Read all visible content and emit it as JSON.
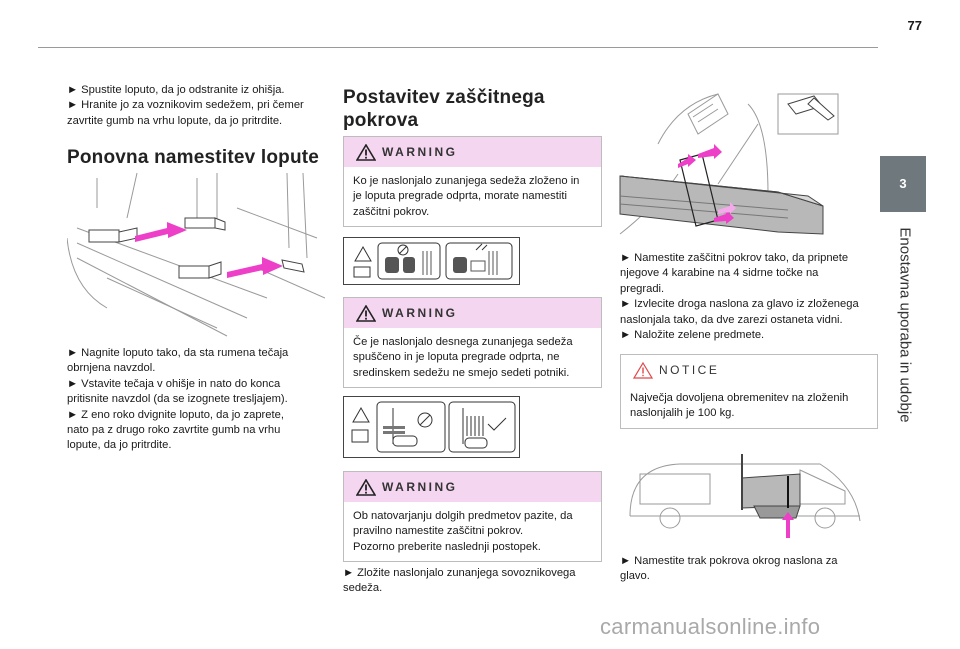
{
  "page_number": "77",
  "chapter": {
    "number": "3",
    "title": "Enostavna uporaba in udobje"
  },
  "col1": {
    "intro_lines": [
      "► Spustite loputo, da jo odstranite iz ohišja.",
      "► Hranite jo za voznikovim sedežem, pri čemer",
      "zavrtite gumb na vrhu lopute, da jo pritrdite."
    ],
    "heading": "Ponovna namestitev lopute",
    "steps_lines": [
      "► Nagnite loputo tako, da sta rumena tečaja",
      "obrnjena navzdol.",
      "► Vstavite tečaja v ohišje in nato do konca",
      "pritisnite navzdol (da se izognete tresljajem).",
      "► Z eno roko dvignite loputo, da jo zaprete,",
      "nato pa z drugo roko zavrtite gumb na vrhu",
      "lopute, da jo pritrdite."
    ]
  },
  "col2": {
    "heading_lines": [
      "Postavitev zaščitnega",
      "pokrova"
    ],
    "warning1": {
      "title": "WARNING",
      "lines": [
        "Ko je naslonjalo zunanjega sedeža zloženo in",
        "je loputa pregrade odprta, morate namestiti",
        "zaščitni pokrov."
      ]
    },
    "warning2": {
      "title": "WARNING",
      "lines": [
        "Če je naslonjalo desnega zunanjega sedeža",
        "spuščeno in je loputa pregrade odprta, ne",
        "sredinskem sedežu ne smejo sedeti potniki."
      ]
    },
    "warning3": {
      "title": "WARNING",
      "lines": [
        "Ob natovarjanju dolgih predmetov pazite, da",
        "pravilno namestite zaščitni pokrov.",
        "Pozorno preberite naslednji postopek."
      ]
    },
    "closing_lines": [
      "► Zložite naslonjalo zunanjega sovoznikovega",
      "sedeža."
    ]
  },
  "col3": {
    "steps_lines": [
      "► Namestite zaščitni pokrov tako, da pripnete",
      "njegove 4 karabine na 4 sidrne točke na",
      "pregradi.",
      "► Izvlecite droga naslona za glavo iz zloženega",
      "naslonjala tako, da dve zarezi ostaneta vidni.",
      "► Naložite zelene predmete."
    ],
    "notice": {
      "title": "NOTICE",
      "lines": [
        "Največja dovoljena obremenitev na zloženih",
        "naslonjalih je 100 kg."
      ]
    },
    "final_lines": [
      "► Namestite trak pokrova okrog naslona za",
      "glavo."
    ]
  },
  "watermark": "carmanualsonline.info",
  "colors": {
    "warning_header": "#f5d6f1",
    "chapter_tab": "#6f787d",
    "arrow": "#ee3fc9"
  }
}
